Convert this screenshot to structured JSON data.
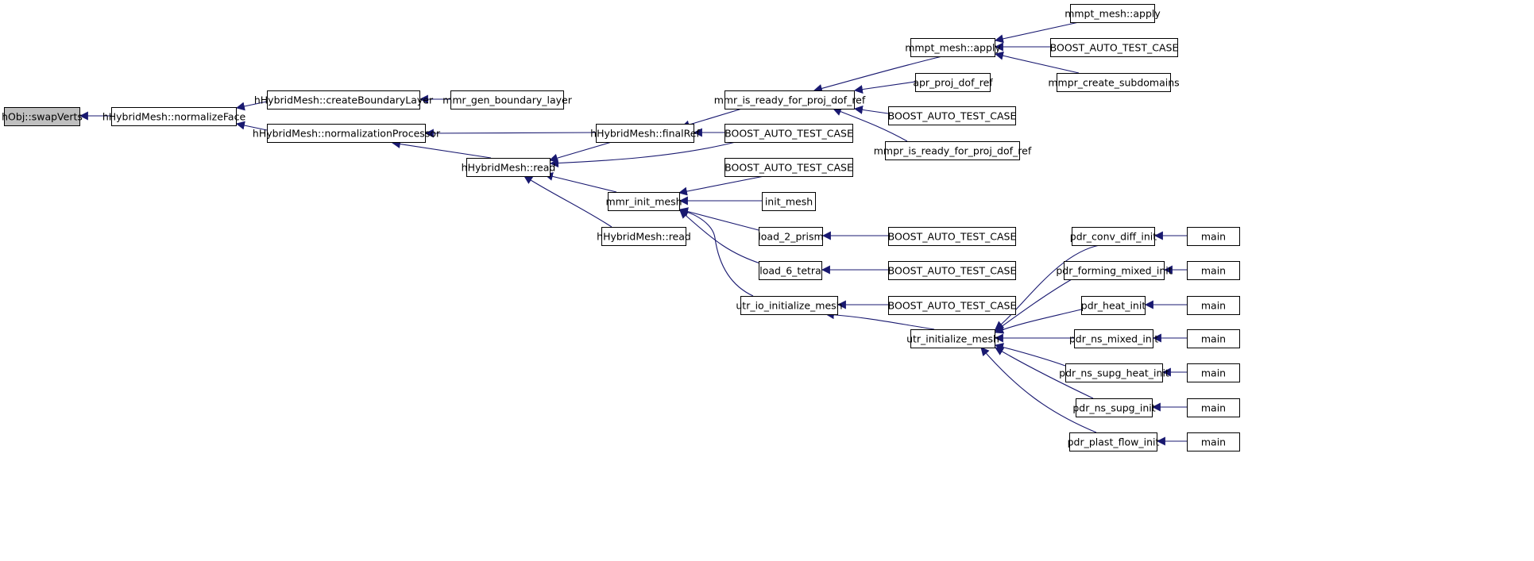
{
  "graph": {
    "colors": {
      "edge": "#191970",
      "node_fill": "#ffffff",
      "root_fill": "#bfbfbf",
      "border": "#000000"
    },
    "nodes": [
      {
        "id": "n0",
        "label": "hObj::swapVerts",
        "root": true
      },
      {
        "id": "n1",
        "label": "hHybridMesh::normalizeFace"
      },
      {
        "id": "n2",
        "label": "hHybridMesh::createBoundaryLayer"
      },
      {
        "id": "n3",
        "label": "hHybridMesh::normalizationProcessor"
      },
      {
        "id": "n4",
        "label": "mmr_gen_boundary_layer"
      },
      {
        "id": "n5",
        "label": "hHybridMesh::finalRef"
      },
      {
        "id": "n6",
        "label": "hHybridMesh::read"
      },
      {
        "id": "n7",
        "label": "mmr_is_ready_for_proj_dof_ref"
      },
      {
        "id": "n8",
        "label": "BOOST_AUTO_TEST_CASE"
      },
      {
        "id": "n9",
        "label": "mmr_init_mesh"
      },
      {
        "id": "n10",
        "label": "hHybridMesh::read"
      },
      {
        "id": "n11",
        "label": "mmpt_mesh::apply"
      },
      {
        "id": "n12",
        "label": "apr_proj_dof_ref"
      },
      {
        "id": "n13",
        "label": "BOOST_AUTO_TEST_CASE"
      },
      {
        "id": "n14",
        "label": "mmpr_is_ready_for_proj_dof_ref"
      },
      {
        "id": "n15",
        "label": "mmpt_mesh::apply"
      },
      {
        "id": "n16",
        "label": "BOOST_AUTO_TEST_CASE"
      },
      {
        "id": "n17",
        "label": "mmpr_create_subdomains"
      },
      {
        "id": "n18",
        "label": "BOOST_AUTO_TEST_CASE"
      },
      {
        "id": "n19",
        "label": "init_mesh"
      },
      {
        "id": "n20",
        "label": "load_2_prism"
      },
      {
        "id": "n21",
        "label": "load_6_tetra"
      },
      {
        "id": "n22",
        "label": "utr_io_initialize_mesh"
      },
      {
        "id": "n23",
        "label": "BOOST_AUTO_TEST_CASE"
      },
      {
        "id": "n24",
        "label": "BOOST_AUTO_TEST_CASE"
      },
      {
        "id": "n25",
        "label": "BOOST_AUTO_TEST_CASE"
      },
      {
        "id": "n26",
        "label": "utr_initialize_mesh"
      },
      {
        "id": "n27",
        "label": "pdr_conv_diff_init"
      },
      {
        "id": "n28",
        "label": "pdr_forming_mixed_init"
      },
      {
        "id": "n29",
        "label": "pdr_heat_init"
      },
      {
        "id": "n30",
        "label": "pdr_ns_mixed_init"
      },
      {
        "id": "n31",
        "label": "pdr_ns_supg_heat_init"
      },
      {
        "id": "n32",
        "label": "pdr_ns_supg_init"
      },
      {
        "id": "n33",
        "label": "pdr_plast_flow_init"
      },
      {
        "id": "n34",
        "label": "main"
      },
      {
        "id": "n35",
        "label": "main"
      },
      {
        "id": "n36",
        "label": "main"
      },
      {
        "id": "n37",
        "label": "main"
      },
      {
        "id": "n38",
        "label": "main"
      },
      {
        "id": "n39",
        "label": "main"
      },
      {
        "id": "n40",
        "label": "main"
      }
    ],
    "edges": [
      {
        "from": "n1",
        "to": "n0"
      },
      {
        "from": "n2",
        "to": "n1"
      },
      {
        "from": "n3",
        "to": "n1"
      },
      {
        "from": "n4",
        "to": "n2"
      },
      {
        "from": "n5",
        "to": "n3"
      },
      {
        "from": "n6",
        "to": "n3"
      },
      {
        "from": "n7",
        "to": "n5"
      },
      {
        "from": "n8",
        "to": "n5"
      },
      {
        "from": "n5",
        "to": "n6"
      },
      {
        "from": "n8",
        "to": "n6"
      },
      {
        "from": "n9",
        "to": "n6"
      },
      {
        "from": "n10",
        "to": "n6"
      },
      {
        "from": "n11",
        "to": "n7"
      },
      {
        "from": "n12",
        "to": "n7"
      },
      {
        "from": "n13",
        "to": "n7"
      },
      {
        "from": "n14",
        "to": "n7"
      },
      {
        "from": "n15",
        "to": "n11"
      },
      {
        "from": "n16",
        "to": "n11"
      },
      {
        "from": "n17",
        "to": "n11"
      },
      {
        "from": "n18",
        "to": "n9"
      },
      {
        "from": "n19",
        "to": "n9"
      },
      {
        "from": "n20",
        "to": "n9"
      },
      {
        "from": "n21",
        "to": "n9"
      },
      {
        "from": "n22",
        "to": "n9"
      },
      {
        "from": "n23",
        "to": "n20"
      },
      {
        "from": "n24",
        "to": "n21"
      },
      {
        "from": "n25",
        "to": "n22"
      },
      {
        "from": "n26",
        "to": "n22"
      },
      {
        "from": "n27",
        "to": "n26"
      },
      {
        "from": "n28",
        "to": "n26"
      },
      {
        "from": "n29",
        "to": "n26"
      },
      {
        "from": "n30",
        "to": "n26"
      },
      {
        "from": "n31",
        "to": "n26"
      },
      {
        "from": "n32",
        "to": "n26"
      },
      {
        "from": "n33",
        "to": "n26"
      },
      {
        "from": "n34",
        "to": "n27"
      },
      {
        "from": "n35",
        "to": "n28"
      },
      {
        "from": "n36",
        "to": "n29"
      },
      {
        "from": "n37",
        "to": "n30"
      },
      {
        "from": "n38",
        "to": "n31"
      },
      {
        "from": "n39",
        "to": "n32"
      },
      {
        "from": "n40",
        "to": "n33"
      }
    ]
  }
}
